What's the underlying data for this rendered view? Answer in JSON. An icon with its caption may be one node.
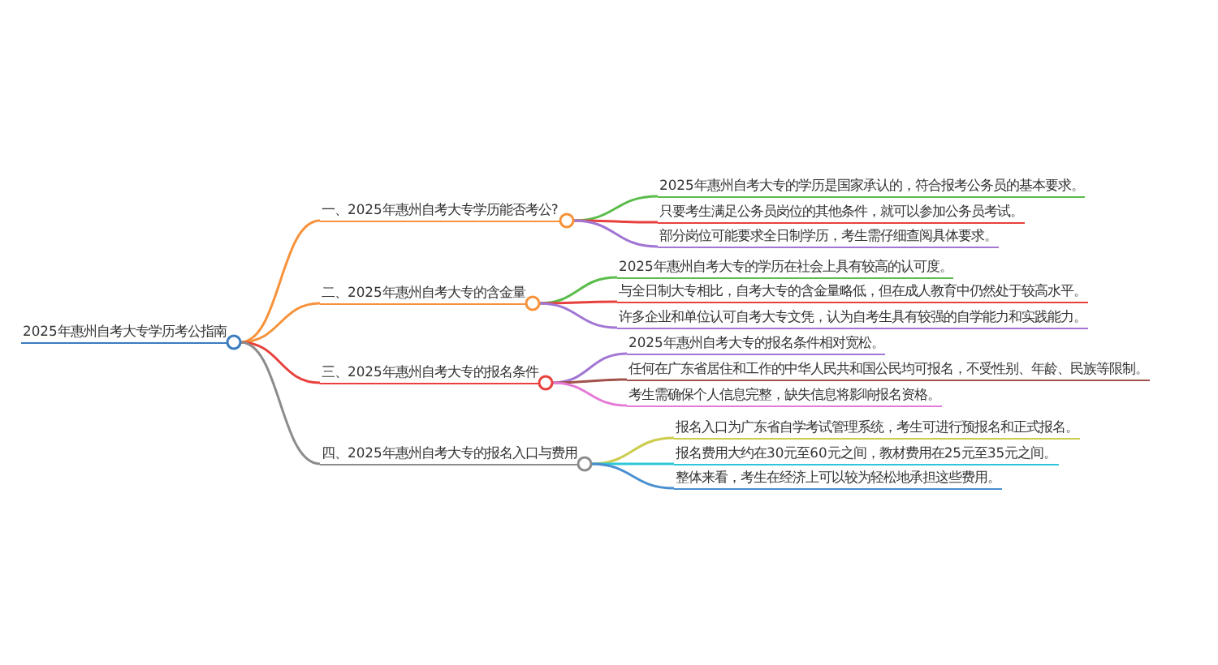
{
  "diagram": {
    "nodes": [
      {
        "text": [
          "2025年惠州自考大专学历考公指南"
        ]
      },
      {
        "text": [
          "一、2025年惠州自考大专学历能否考公?"
        ]
      },
      {
        "text": [
          "二、2025年惠州自考大专的含金量"
        ]
      },
      {
        "text": [
          "三、2025年惠州自考大专的报名条件"
        ]
      },
      {
        "text": [
          "四、2025年惠州自考大专的报名入口与费用"
        ]
      },
      {
        "text": [
          "2025年惠州自考大专的学历是国家承认的，符合报考公务员的基本要求。"
        ]
      },
      {
        "text": [
          "只要考生满足公务员岗位的其他条件，就可以参加公务员考试。"
        ]
      },
      {
        "text": [
          "部分岗位可能要求全日制学历，考生需仔细查阅具体要求。"
        ]
      },
      {
        "text": [
          "2025年惠州自考大专的学历在社会上具有较高的认可度。"
        ]
      },
      {
        "text": [
          "与全日制大专相比，自考大专的含金量略低，但在成人教育中仍然处于较高水平。"
        ]
      },
      {
        "text": [
          "许多企业和单位认可自考大专文凭，认为自考生具有较强的自学能力和实践能力。"
        ]
      },
      {
        "text": [
          "2025年惠州自考大专的报名条件相对宽松。"
        ]
      },
      {
        "text": [
          "任何在广东省居住和工作的中华人民共和国公民均可报名，不受性别、年龄、民族等限制。"
        ]
      },
      {
        "text": [
          "考生需确保个人信息完整，缺失信息将影响报名资格。"
        ]
      },
      {
        "text": [
          "报名入口为广东省自学考试管理系统，考生可进行预报名和正式报名。"
        ]
      },
      {
        "text": [
          "报名费用大约在30元至60元之间，教材费用在25元至35元之间。"
        ]
      },
      {
        "text": [
          "整体来看，考生在经济上可以较为轻松地承担这些费用。"
        ]
      }
    ],
    "edges": [
      {
        "from": 0,
        "to": 1,
        "arrow": "none",
        "color": "#f7923a"
      },
      {
        "from": 0,
        "to": 2,
        "arrow": "none",
        "color": "#f7923a"
      },
      {
        "from": 0,
        "to": 3,
        "arrow": "none",
        "color": "#e8413d"
      },
      {
        "from": 0,
        "to": 4,
        "arrow": "none",
        "color": "#8c8c8c"
      },
      {
        "from": 1,
        "to": 5,
        "arrow": "none",
        "color": "#5bbd4b"
      },
      {
        "from": 1,
        "to": 6,
        "arrow": "none",
        "color": "#e8413d"
      },
      {
        "from": 1,
        "to": 7,
        "arrow": "none",
        "color": "#a276d4"
      },
      {
        "from": 2,
        "to": 8,
        "arrow": "none",
        "color": "#5bbd4b"
      },
      {
        "from": 2,
        "to": 9,
        "arrow": "none",
        "color": "#e8413d"
      },
      {
        "from": 2,
        "to": 10,
        "arrow": "none",
        "color": "#a276d4"
      },
      {
        "from": 3,
        "to": 11,
        "arrow": "none",
        "color": "#a276d4"
      },
      {
        "from": 3,
        "to": 12,
        "arrow": "none",
        "color": "#a0524b"
      },
      {
        "from": 3,
        "to": 13,
        "arrow": "none",
        "color": "#e57ad6"
      },
      {
        "from": 4,
        "to": 14,
        "arrow": "none",
        "color": "#cccc4d"
      },
      {
        "from": 4,
        "to": 15,
        "arrow": "none",
        "color": "#2ec7d9"
      },
      {
        "from": 4,
        "to": 16,
        "arrow": "none",
        "color": "#4a8fd0"
      }
    ]
  }
}
